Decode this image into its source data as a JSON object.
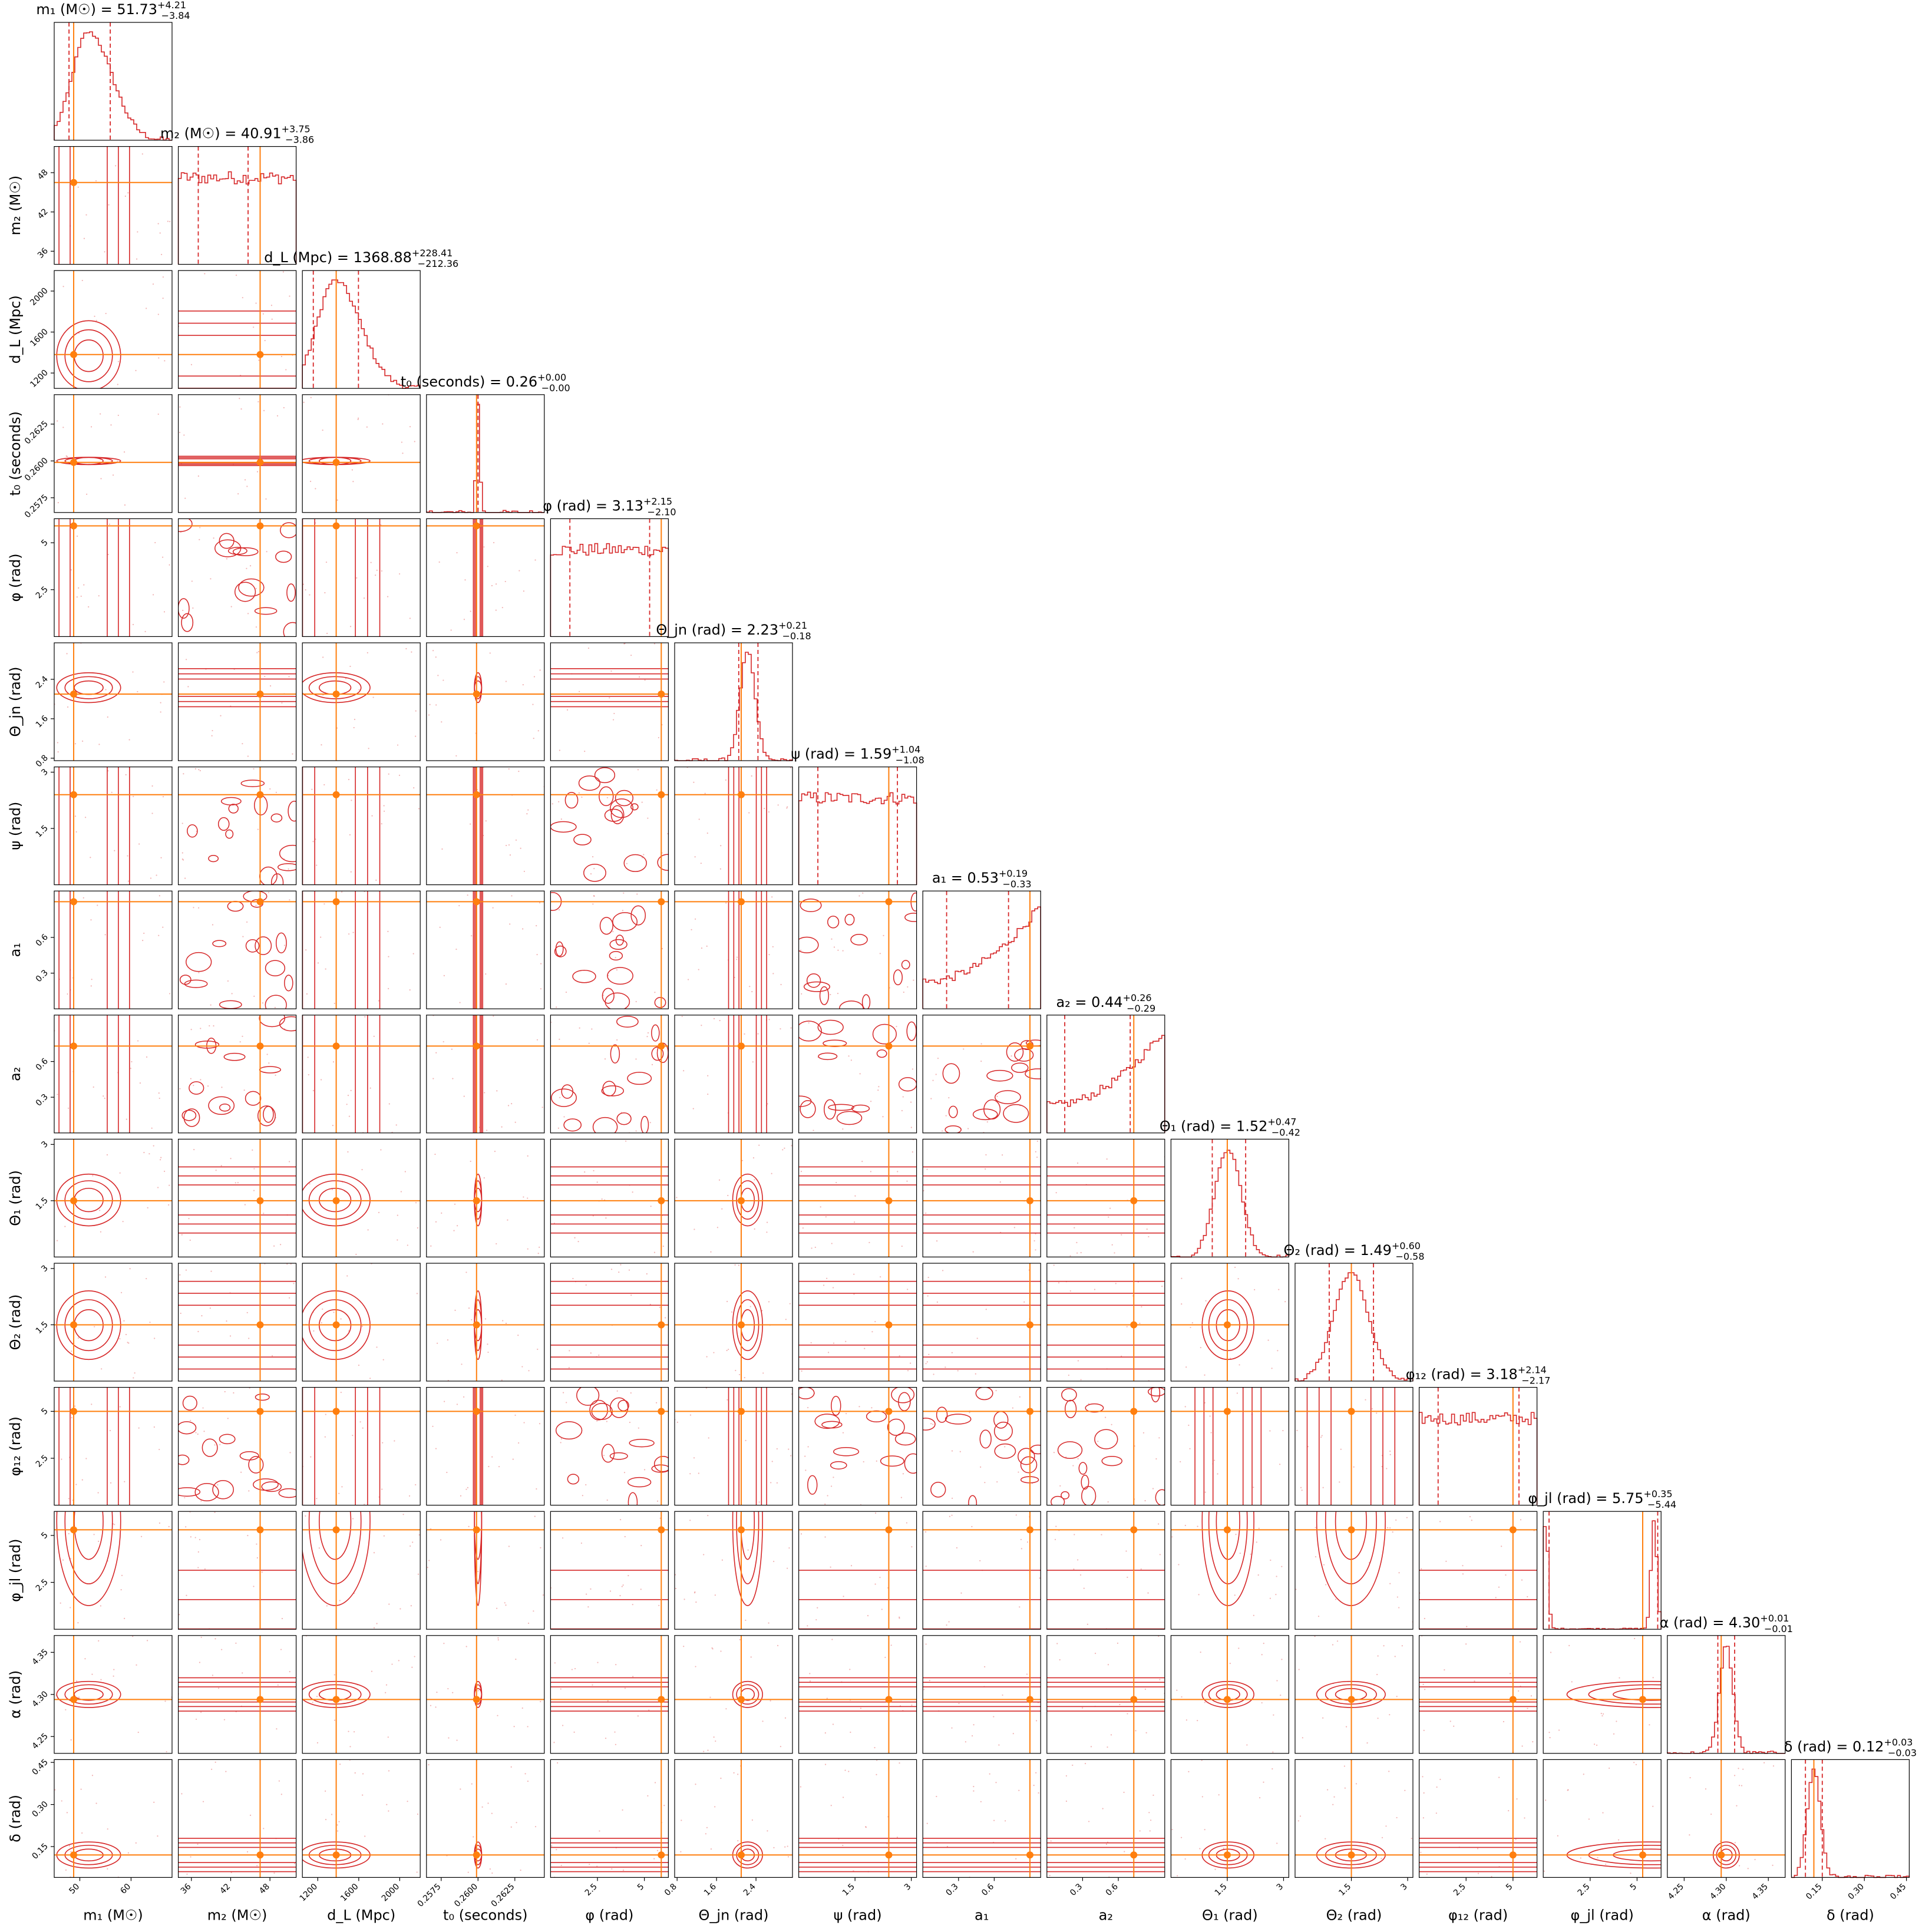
{
  "chart_data": {
    "type": "corner",
    "parameters": [
      {
        "key": "m1",
        "label": "m₁ (M☉)",
        "title": "m₁ (M☉) = 51.73",
        "median": 51.73,
        "plus": "+4.21",
        "minus": "−3.84",
        "range": [
          45,
          68
        ],
        "ticks": [
          50,
          60
        ],
        "truth": 48.8,
        "shape": "skew"
      },
      {
        "key": "m2",
        "label": "m₂ (M☉)",
        "title": "m₂ (M☉) = 40.91",
        "median": 40.91,
        "plus": "+3.75",
        "minus": "−3.86",
        "range": [
          34,
          52
        ],
        "ticks": [
          36,
          42,
          48
        ],
        "truth": 46.5,
        "shape": "flat"
      },
      {
        "key": "dL",
        "label": "d_L (Mpc)",
        "title": "d_L (Mpc) = 1368.88",
        "median": 1368.88,
        "plus": "+228.41",
        "minus": "−212.36",
        "range": [
          1050,
          2200
        ],
        "ticks": [
          1200,
          1600,
          2000
        ],
        "truth": 1380,
        "shape": "skew"
      },
      {
        "key": "t0",
        "label": "t₀ (seconds)",
        "title": "t₀ (seconds) = 0.26",
        "median": 0.26,
        "plus": "+0.00",
        "minus": "−0.00",
        "range": [
          0.2565,
          0.2645
        ],
        "ticks": [
          0.2575,
          0.26,
          0.2625
        ],
        "tick_labels": [
          "0.2575",
          "0.2600",
          "0.2625"
        ],
        "truth": 0.2599,
        "shape": "peak"
      },
      {
        "key": "phi",
        "label": "φ (rad)",
        "title": "φ (rad) = 3.13",
        "median": 3.13,
        "plus": "+2.15",
        "minus": "−2.10",
        "range": [
          0,
          6.28
        ],
        "ticks": [
          2.5,
          5.0
        ],
        "truth": 5.9,
        "shape": "flat"
      },
      {
        "key": "thetajn",
        "label": "Θ_jn (rad)",
        "title": "Θ_jn (rad) = 2.23",
        "median": 2.23,
        "plus": "+0.21",
        "minus": "−0.18",
        "range": [
          0.75,
          3.14
        ],
        "ticks": [
          0.8,
          1.6,
          2.4
        ],
        "truth": 2.1,
        "shape": "peak"
      },
      {
        "key": "psi",
        "label": "ψ (rad)",
        "title": "ψ (rad) = 1.59",
        "median": 1.59,
        "plus": "+1.04",
        "minus": "−1.08",
        "range": [
          0,
          3.14
        ],
        "ticks": [
          1.5,
          3.0
        ],
        "truth": 2.4,
        "shape": "flat"
      },
      {
        "key": "a1",
        "label": "a₁",
        "title": "a₁ = 0.53",
        "median": 0.53,
        "plus": "+0.19",
        "minus": "−0.33",
        "range": [
          0,
          0.99
        ],
        "ticks": [
          0.3,
          0.6
        ],
        "truth": 0.9,
        "shape": "rise"
      },
      {
        "key": "a2",
        "label": "a₂",
        "title": "a₂ = 0.44",
        "median": 0.44,
        "plus": "+0.26",
        "minus": "−0.29",
        "range": [
          0,
          0.99
        ],
        "ticks": [
          0.3,
          0.6
        ],
        "truth": 0.73,
        "shape": "rise"
      },
      {
        "key": "theta1",
        "label": "Θ₁ (rad)",
        "title": "Θ₁ (rad) = 1.52",
        "median": 1.52,
        "plus": "+0.47",
        "minus": "−0.42",
        "range": [
          0,
          3.14
        ],
        "ticks": [
          1.5,
          3.0
        ],
        "truth": 1.5,
        "shape": "peak"
      },
      {
        "key": "theta2",
        "label": "Θ₂ (rad)",
        "title": "Θ₂ (rad) = 1.49",
        "median": 1.49,
        "plus": "+0.60",
        "minus": "−0.58",
        "range": [
          0,
          3.14
        ],
        "ticks": [
          1.5,
          3.0
        ],
        "truth": 1.5,
        "shape": "peak"
      },
      {
        "key": "phi12",
        "label": "φ₁₂ (rad)",
        "title": "φ₁₂ (rad) = 3.18",
        "median": 3.18,
        "plus": "+2.14",
        "minus": "−2.17",
        "range": [
          0,
          6.28
        ],
        "ticks": [
          2.5,
          5.0
        ],
        "truth": 5.0,
        "shape": "flat"
      },
      {
        "key": "phijl",
        "label": "φ_jl (rad)",
        "title": "φ_jl (rad) = 5.75",
        "median": 5.75,
        "plus": "+0.35",
        "minus": "−5.44",
        "range": [
          0,
          6.28
        ],
        "ticks": [
          2.5,
          5.0
        ],
        "truth": 5.3,
        "shape": "edges"
      },
      {
        "key": "alpha",
        "label": "α (rad)",
        "title": "α (rad) = 4.30",
        "median": 4.3,
        "plus": "+0.01",
        "minus": "−0.01",
        "range": [
          4.23,
          4.37
        ],
        "ticks": [
          4.25,
          4.3,
          4.35
        ],
        "tick_labels": [
          "4.25",
          "4.30",
          "4.35"
        ],
        "truth": 4.294,
        "shape": "peak"
      },
      {
        "key": "delta",
        "label": "δ (rad)",
        "title": "δ (rad) = 0.12",
        "median": 0.12,
        "plus": "+0.03",
        "minus": "−0.03",
        "range": [
          0.04,
          0.46
        ],
        "ticks": [
          0.15,
          0.3,
          0.45
        ],
        "tick_labels": [
          "0.15",
          "0.30",
          "0.45"
        ],
        "truth": 0.12,
        "shape": "peak"
      }
    ],
    "colors": {
      "posterior": "#d62728",
      "truth": "#ff7f0e",
      "frame": "#000000"
    }
  }
}
